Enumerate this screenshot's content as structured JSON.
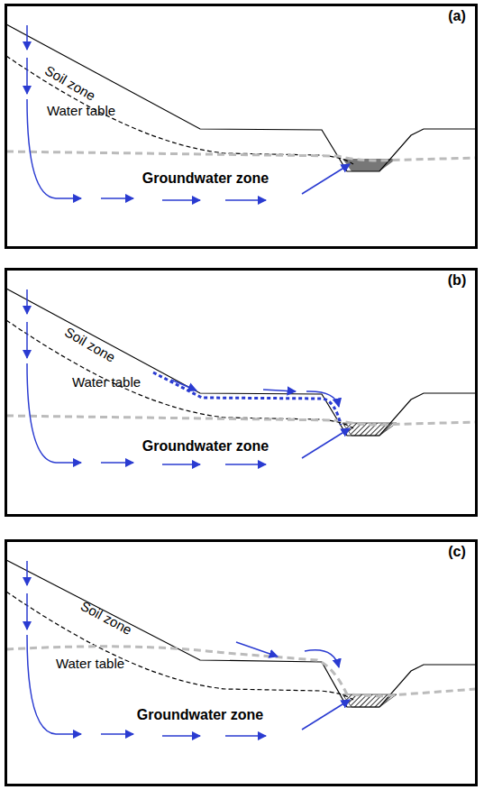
{
  "diagram": {
    "nodes": [
      {
        "text": [
          "(a)",
          "Soil zone",
          "Water table",
          "Groundwater zone"
        ]
      },
      {
        "text": [
          "(b)",
          "Soil zone",
          "Water table",
          "Groundwater zone"
        ]
      },
      {
        "text": [
          "(c)",
          "Soil zone",
          "Water table",
          "Groundwater zone"
        ]
      }
    ]
  }
}
